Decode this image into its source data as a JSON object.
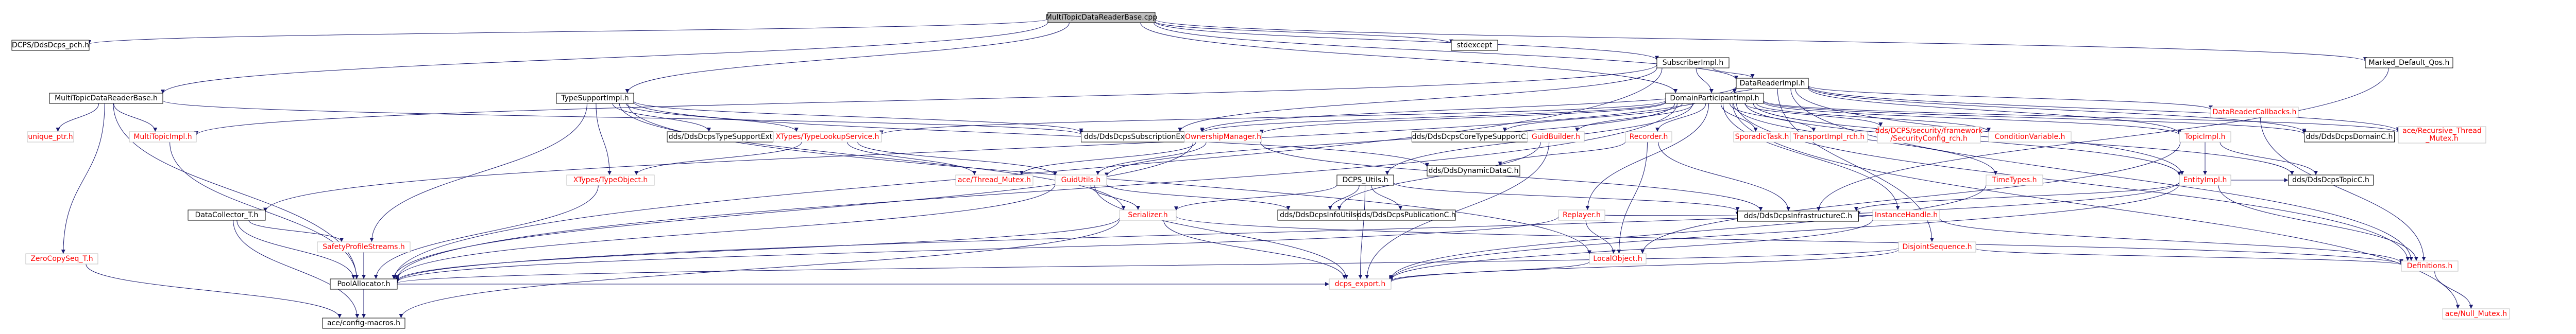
{
  "colors": {
    "edge": "#191970",
    "label_default": "#000000",
    "label_external": "#ff0000",
    "focus_fill": "#bfbfbf",
    "box_fill": "#ffffff",
    "box_stroke": "#000000",
    "box_stroke_external": "#bfbfbf"
  },
  "nodes": [
    {
      "id": "root",
      "label": "MultiTopicDataReaderBase.cpp",
      "kind": "focus"
    },
    {
      "id": "dcps_jni",
      "label": "DCPS/DdsDcps_pch.h",
      "kind": "normal"
    },
    {
      "id": "mtdrb_h",
      "label": "MultiTopicDataReaderBase.h",
      "kind": "normal"
    },
    {
      "id": "unique_ptr",
      "label": "unique_ptr.h",
      "kind": "external"
    },
    {
      "id": "multitopicimpl",
      "label": "MultiTopicImpl.h",
      "kind": "external"
    },
    {
      "id": "zerocopy",
      "label": "ZeroCopySeq_T.h",
      "kind": "external"
    },
    {
      "id": "typesupportimpl",
      "label": "TypeSupportImpl.h",
      "kind": "normal"
    },
    {
      "id": "typesupportext",
      "label": "dds/DdsDcpsTypeSupportExtC.h",
      "kind": "normal"
    },
    {
      "id": "datacollector",
      "label": "DataCollector_T.h",
      "kind": "normal"
    },
    {
      "id": "safetyprofile",
      "label": "SafetyProfileStreams.h",
      "kind": "external"
    },
    {
      "id": "xtypes_lookup",
      "label": "XTypes/TypeLookupService.h",
      "kind": "external"
    },
    {
      "id": "xtypes_obj",
      "label": "XTypes/TypeObject.h",
      "kind": "external"
    },
    {
      "id": "ace_thread",
      "label": "ace/Thread_Mutex.h",
      "kind": "external"
    },
    {
      "id": "poolalloc",
      "label": "PoolAllocator.h",
      "kind": "normal"
    },
    {
      "id": "aceconfig",
      "label": "ace/config-macros.h",
      "kind": "normal"
    },
    {
      "id": "subext",
      "label": "dds/DdsDcpsSubscriptionExtC.h",
      "kind": "normal"
    },
    {
      "id": "subscriberimpl",
      "label": "SubscriberImpl.h",
      "kind": "normal"
    },
    {
      "id": "stdexcept",
      "label": "stdexcept",
      "kind": "normal"
    },
    {
      "id": "datareaderimpl",
      "label": "DataReaderImpl.h",
      "kind": "normal"
    },
    {
      "id": "marked_qos",
      "label": "Marked_Default_Qos.h",
      "kind": "normal"
    },
    {
      "id": "domainpartimpl",
      "label": "DomainParticipantImpl.h",
      "kind": "normal"
    },
    {
      "id": "datareadercb",
      "label": "DataReaderCallbacks.h",
      "kind": "external"
    },
    {
      "id": "ownership",
      "label": "OwnershipManager.h",
      "kind": "external"
    },
    {
      "id": "guidutils",
      "label": "GuidUtils.h",
      "kind": "external"
    },
    {
      "id": "serializer",
      "label": "Serializer.h",
      "kind": "external"
    },
    {
      "id": "dcps_utils",
      "label": "DCPS_Utils.h",
      "kind": "normal"
    },
    {
      "id": "dds_export",
      "label": "dcps_export.h",
      "kind": "external"
    },
    {
      "id": "coretypesupport",
      "label": "dds/DdsDcpsCoreTypeSupportC.h",
      "kind": "normal"
    },
    {
      "id": "dynamicdata",
      "label": "dds/DdsDynamicDataC.h",
      "kind": "normal"
    },
    {
      "id": "infoutils",
      "label": "dds/DdsDcpsInfoUtilsC.h",
      "kind": "normal"
    },
    {
      "id": "publicationc",
      "label": "dds/DdsDcpsPublicationC.h",
      "kind": "normal"
    },
    {
      "id": "guidbuilder",
      "label": "GuidBuilder.h",
      "kind": "external"
    },
    {
      "id": "recorder",
      "label": "Recorder.h",
      "kind": "external"
    },
    {
      "id": "replayer",
      "label": "Replayer.h",
      "kind": "external"
    },
    {
      "id": "localobject",
      "label": "LocalObject.h",
      "kind": "external"
    },
    {
      "id": "sporadictask",
      "label": "SporadicTask.h",
      "kind": "external"
    },
    {
      "id": "transportimpl",
      "label": "TransportImpl_rch.h",
      "kind": "external"
    },
    {
      "id": "security_cfg",
      "label": "dds/DCPS/security/framework\n/SecurityConfig_rch.h",
      "kind": "external"
    },
    {
      "id": "conditionvar",
      "label": "ConditionVariable.h",
      "kind": "external"
    },
    {
      "id": "timetypes",
      "label": "TimeTypes.h",
      "kind": "external"
    },
    {
      "id": "infrastructure",
      "label": "dds/DdsDcpsInfrastructureC.h",
      "kind": "normal"
    },
    {
      "id": "instancehandle",
      "label": "InstanceHandle.h",
      "kind": "external"
    },
    {
      "id": "topicimpl",
      "label": "TopicImpl.h",
      "kind": "external"
    },
    {
      "id": "entityimpl",
      "label": "EntityImpl.h",
      "kind": "external"
    },
    {
      "id": "dispatch",
      "label": "DisjointSequence.h",
      "kind": "external"
    },
    {
      "id": "topicc",
      "label": "dds/DdsDcpsTopicC.h",
      "kind": "normal"
    },
    {
      "id": "domainc",
      "label": "dds/DdsDcpsDomainC.h",
      "kind": "normal"
    },
    {
      "id": "recursive",
      "label": "ace/Recursive_Thread\n_Mutex.h",
      "kind": "external"
    },
    {
      "id": "definitions",
      "label": "Definitions.h",
      "kind": "external"
    },
    {
      "id": "acenull",
      "label": "ace/Null_Mutex.h",
      "kind": "external"
    }
  ],
  "edges": [
    [
      "root",
      "dcps_jni"
    ],
    [
      "root",
      "mtdrb_h"
    ],
    [
      "root",
      "typesupportimpl"
    ],
    [
      "root",
      "subscriberimpl"
    ],
    [
      "root",
      "stdexcept"
    ],
    [
      "root",
      "domainpartimpl"
    ],
    [
      "root",
      "datareaderimpl"
    ],
    [
      "root",
      "marked_qos"
    ],
    [
      "mtdrb_h",
      "unique_ptr"
    ],
    [
      "mtdrb_h",
      "multitopicimpl"
    ],
    [
      "mtdrb_h",
      "zerocopy"
    ],
    [
      "mtdrb_h",
      "poolalloc"
    ],
    [
      "mtdrb_h",
      "subext"
    ],
    [
      "multitopicimpl",
      "poolalloc"
    ],
    [
      "zerocopy",
      "aceconfig"
    ],
    [
      "typesupportimpl",
      "typesupportext"
    ],
    [
      "typesupportimpl",
      "xtypes_lookup"
    ],
    [
      "typesupportimpl",
      "xtypes_obj"
    ],
    [
      "typesupportimpl",
      "safetyprofile"
    ],
    [
      "typesupportimpl",
      "serializer"
    ],
    [
      "typesupportimpl",
      "dynamicdata"
    ],
    [
      "typesupportimpl",
      "localobject"
    ],
    [
      "typesupportimpl",
      "subext"
    ],
    [
      "xtypes_lookup",
      "xtypes_obj"
    ],
    [
      "xtypes_lookup",
      "ace_thread"
    ],
    [
      "xtypes_lookup",
      "guidutils"
    ],
    [
      "xtypes_obj",
      "poolalloc"
    ],
    [
      "safetyprofile",
      "poolalloc"
    ],
    [
      "datacollector",
      "poolalloc"
    ],
    [
      "datacollector",
      "aceconfig"
    ],
    [
      "datacollector",
      "safetyprofile"
    ],
    [
      "poolalloc",
      "aceconfig"
    ],
    [
      "poolalloc",
      "dds_export"
    ],
    [
      "subscriberimpl",
      "datareaderimpl"
    ],
    [
      "subscriberimpl",
      "domainpartimpl"
    ],
    [
      "subscriberimpl",
      "multitopicimpl"
    ],
    [
      "subscriberimpl",
      "subext"
    ],
    [
      "subscriberimpl",
      "poolalloc"
    ],
    [
      "datareaderimpl",
      "datacollector"
    ],
    [
      "datareaderimpl",
      "domainpartimpl"
    ],
    [
      "datareaderimpl",
      "datareadercb"
    ],
    [
      "datareaderimpl",
      "topicimpl"
    ],
    [
      "datareaderimpl",
      "domainc"
    ],
    [
      "datareaderimpl",
      "entityimpl"
    ],
    [
      "datareaderimpl",
      "definitions"
    ],
    [
      "datareaderimpl",
      "recursive"
    ],
    [
      "datareaderimpl",
      "dispatch"
    ],
    [
      "datareaderimpl",
      "subext"
    ],
    [
      "marked_qos",
      "infrastructure"
    ],
    [
      "domainpartimpl",
      "ownership"
    ],
    [
      "domainpartimpl",
      "guidbuilder"
    ],
    [
      "domainpartimpl",
      "recorder"
    ],
    [
      "domainpartimpl",
      "replayer"
    ],
    [
      "domainpartimpl",
      "sporadictask"
    ],
    [
      "domainpartimpl",
      "transportimpl"
    ],
    [
      "domainpartimpl",
      "security_cfg"
    ],
    [
      "domainpartimpl",
      "conditionvar"
    ],
    [
      "domainpartimpl",
      "timetypes"
    ],
    [
      "domainpartimpl",
      "instancehandle"
    ],
    [
      "domainpartimpl",
      "topicimpl"
    ],
    [
      "domainpartimpl",
      "entityimpl"
    ],
    [
      "domainpartimpl",
      "topicc"
    ],
    [
      "domainpartimpl",
      "domainc"
    ],
    [
      "domainpartimpl",
      "recursive"
    ],
    [
      "domainpartimpl",
      "definitions"
    ],
    [
      "domainpartimpl",
      "coretypesupport"
    ],
    [
      "domainpartimpl",
      "subext"
    ],
    [
      "domainpartimpl",
      "xtypes_lookup"
    ],
    [
      "domainpartimpl",
      "poolalloc"
    ],
    [
      "domainpartimpl",
      "acenull"
    ],
    [
      "domainpartimpl",
      "guidutils"
    ],
    [
      "domainpartimpl",
      "dcps_utils"
    ],
    [
      "datareadercb",
      "definitions"
    ],
    [
      "ownership",
      "guidutils"
    ],
    [
      "ownership",
      "ace_thread"
    ],
    [
      "ownership",
      "poolalloc"
    ],
    [
      "ownership",
      "infrastructure"
    ],
    [
      "guidutils",
      "serializer"
    ],
    [
      "guidutils",
      "dds_export"
    ],
    [
      "guidutils",
      "poolalloc"
    ],
    [
      "guidutils",
      "infoutils"
    ],
    [
      "serializer",
      "poolalloc"
    ],
    [
      "serializer",
      "dds_export"
    ],
    [
      "serializer",
      "aceconfig"
    ],
    [
      "serializer",
      "definitions"
    ],
    [
      "dcps_utils",
      "publicationc"
    ],
    [
      "dcps_utils",
      "infoutils"
    ],
    [
      "dcps_utils",
      "dds_export"
    ],
    [
      "dcps_utils",
      "serializer"
    ],
    [
      "dcps_utils",
      "infrastructure"
    ],
    [
      "guidbuilder",
      "dds_export"
    ],
    [
      "guidbuilder",
      "infoutils"
    ],
    [
      "recorder",
      "localobject"
    ],
    [
      "recorder",
      "dynamicdata"
    ],
    [
      "recorder",
      "infrastructure"
    ],
    [
      "replayer",
      "localobject"
    ],
    [
      "replayer",
      "poolalloc"
    ],
    [
      "replayer",
      "infrastructure"
    ],
    [
      "localobject",
      "dds_export"
    ],
    [
      "instancehandle",
      "infrastructure"
    ],
    [
      "instancehandle",
      "dds_export"
    ],
    [
      "instancehandle",
      "definitions"
    ],
    [
      "topicimpl",
      "entityimpl"
    ],
    [
      "topicimpl",
      "topicc"
    ],
    [
      "topicimpl",
      "localobject"
    ],
    [
      "entityimpl",
      "topicc"
    ],
    [
      "entityimpl",
      "infrastructure"
    ],
    [
      "entityimpl",
      "definitions"
    ],
    [
      "entityimpl",
      "dds_export"
    ],
    [
      "entityimpl",
      "poolalloc"
    ],
    [
      "dispatch",
      "dds_export"
    ],
    [
      "dispatch",
      "poolalloc"
    ],
    [
      "dispatch",
      "definitions"
    ],
    [
      "definitions",
      "acenull"
    ],
    [
      "timetypes",
      "dds_export"
    ]
  ]
}
